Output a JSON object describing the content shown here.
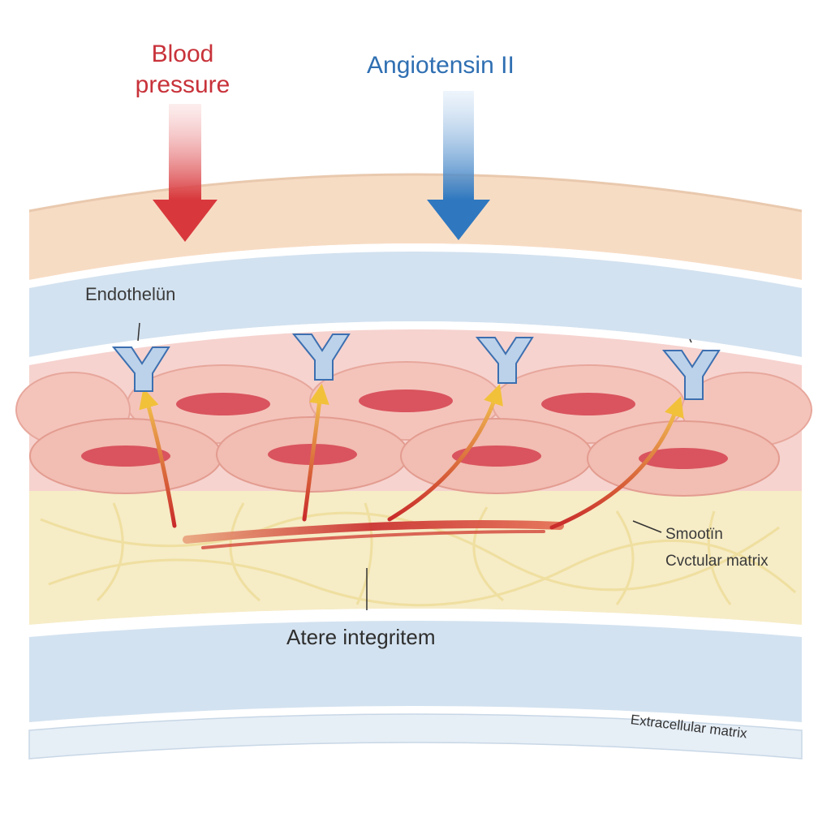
{
  "labels": {
    "blood_pressure_line1": "Blood",
    "blood_pressure_line2": "pressure",
    "angiotensin": "Angiotensin II",
    "endothelin": "Endothelün",
    "smooth": "Smootïn",
    "cytular_matrix": "Cvctular matrix",
    "atere_integritem": "Atere integritem",
    "extracellular_matrix": "Extracellular matrix"
  },
  "colors": {
    "blood_pressure_arrow": "#d8383c",
    "angiotensin_arrow": "#2f78c0",
    "adventitia_layer": "#f7dcc4",
    "media_blue_layer": "#d3e2f0",
    "endothelial_layer": "#f6d3cf",
    "cell_body": "#f4c4bb",
    "nucleus": "#d9545e",
    "matrix_layer": "#f6ecc6",
    "receptor": "#bcd2ea",
    "signal_fiber": "#c92b2b",
    "signal_arrowhead": "#f2c13a"
  },
  "icons": {
    "receptor": "y-shaped-receptor-icon"
  }
}
